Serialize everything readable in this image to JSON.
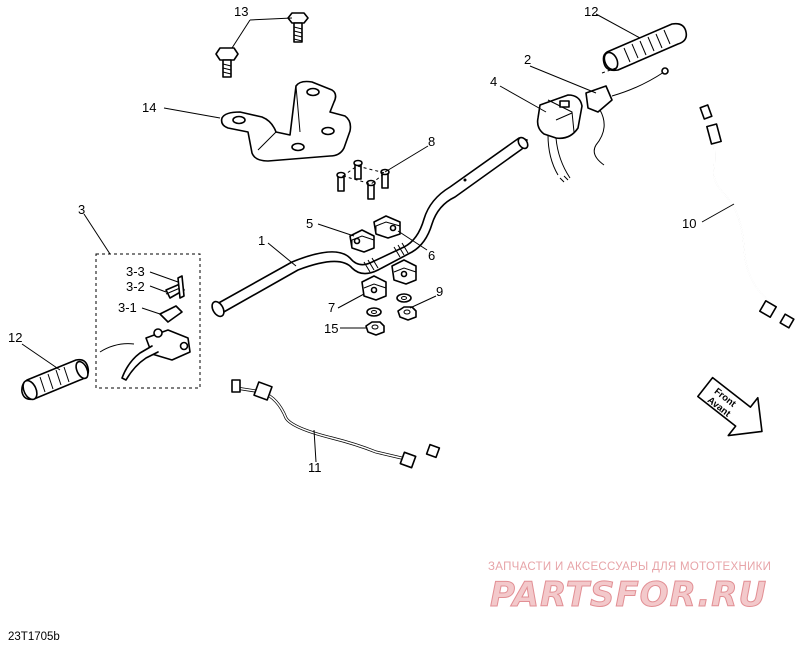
{
  "callouts": {
    "c1": "1",
    "c2": "2",
    "c3": "3",
    "c3_1": "3-1",
    "c3_2": "3-2",
    "c3_3": "3-3",
    "c4": "4",
    "c5": "5",
    "c6": "6",
    "c7": "7",
    "c8": "8",
    "c9": "9",
    "c10": "10",
    "c11": "11",
    "c12_right": "12",
    "c12_left": "12",
    "c13": "13",
    "c14": "14",
    "c15": "15"
  },
  "direction_arrow": {
    "line1": "Front",
    "line2": "Avant"
  },
  "diagram_code": "23T1705b",
  "watermark": {
    "tagline": "ЗАПЧАСТИ И АКСЕССУАРЫ ДЛЯ МОТОТЕХНИКИ",
    "logo": "PARTSFOR.RU"
  }
}
